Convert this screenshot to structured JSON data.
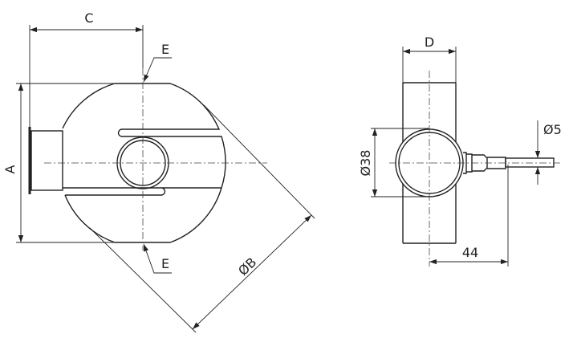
{
  "drawing": {
    "front_view": {
      "dim_height_label": "A",
      "dim_width_label": "C",
      "dim_diameter_label": "ØB",
      "top_leader_label": "E",
      "bottom_leader_label": "E"
    },
    "side_view": {
      "dim_width_label": "D",
      "dim_body_diameter_label": "Ø38",
      "dim_cable_diameter_label": "Ø5",
      "dim_cable_offset_label": "44"
    }
  }
}
